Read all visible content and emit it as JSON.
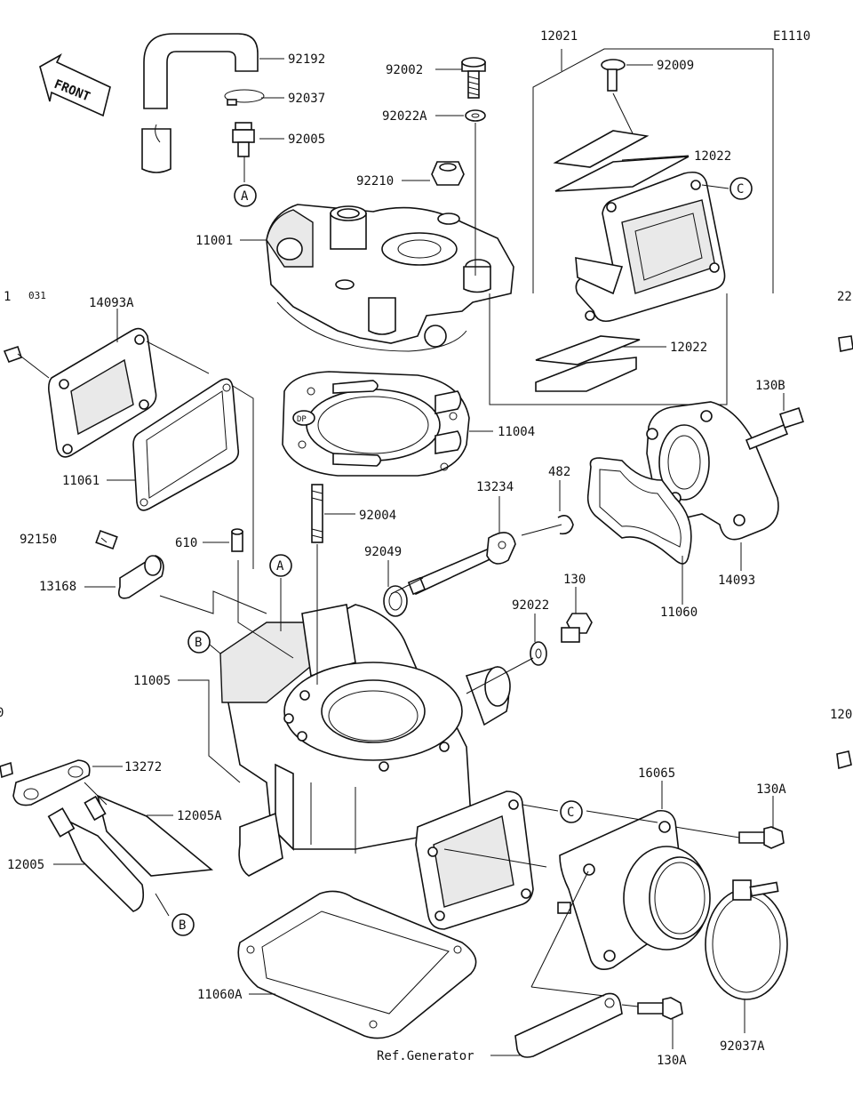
{
  "diagram_code": "E1110",
  "front_label": "FRONT",
  "ref_generator": "Ref.Generator",
  "callout_letters": {
    "a": "A",
    "b": "B",
    "c": "C"
  },
  "parts": {
    "p92192": "92192",
    "p92037": "92037",
    "p92005": "92005",
    "p92002": "92002",
    "p92022A": "92022A",
    "p92210": "92210",
    "p11001": "11001",
    "p12021": "12021",
    "p92009": "92009",
    "p12022a": "12022",
    "p12022b": "12022",
    "p14093A": "14093A",
    "p11061": "11061",
    "p11004": "11004",
    "p130B": "130B",
    "p13234": "13234",
    "p482": "482",
    "p92004": "92004",
    "p92150": "92150",
    "p610": "610",
    "p13168": "13168",
    "p92049": "92049",
    "p14093": "14093",
    "p11060": "11060",
    "p130": "130",
    "p92022": "92022",
    "p11005": "11005",
    "p13272": "13272",
    "p12005A": "12005A",
    "p12005": "12005",
    "p16065": "16065",
    "p130A_top": "130A",
    "p11060A": "11060A",
    "p130A_bottom": "130A",
    "p92037A": "92037A"
  },
  "edge_fragments": {
    "left_top": "1",
    "left_top2": "031",
    "left_mid": "0",
    "right_top": "22",
    "right_mid": "120"
  }
}
